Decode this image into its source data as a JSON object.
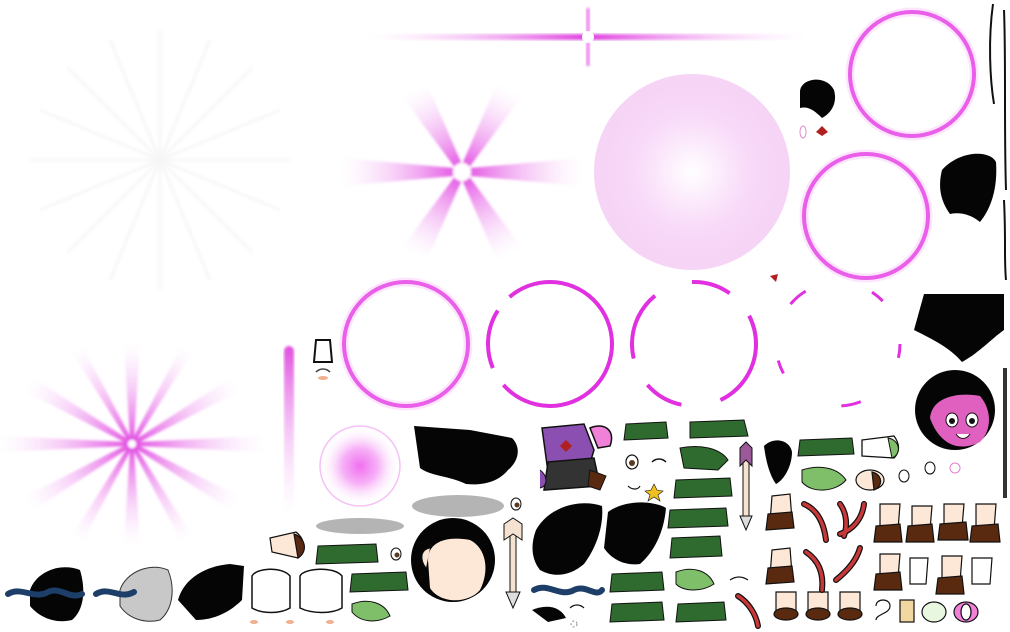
{
  "sprite_sheet": {
    "background": "#ffffff",
    "colors": {
      "glow_pink": "#e020e0",
      "glow_soft": "#f3c6f3",
      "hair_black": "#050505",
      "skirt_green": "#2f6b2f",
      "skirt_light": "#7fbf6a",
      "uniform_purple": "#8a4fb0",
      "sleeve_pink": "#f080d8",
      "shoe_brown": "#5a2a10",
      "skin": "#fde8d8",
      "scarf_navy": "#1c3e68",
      "hair_silver": "#c8c8c8",
      "ribbon_red": "#b02020",
      "shadow_gray": "#b4b4b4",
      "arrow_fletch": "#9a5a9a"
    },
    "sprite_groups": [
      "light-burst-effects",
      "magic-ring-effects",
      "hair-pieces",
      "character-heads",
      "uniform-bodies",
      "pleated-skirts",
      "arrows",
      "arms-and-legs",
      "facial-features",
      "shadows"
    ]
  }
}
